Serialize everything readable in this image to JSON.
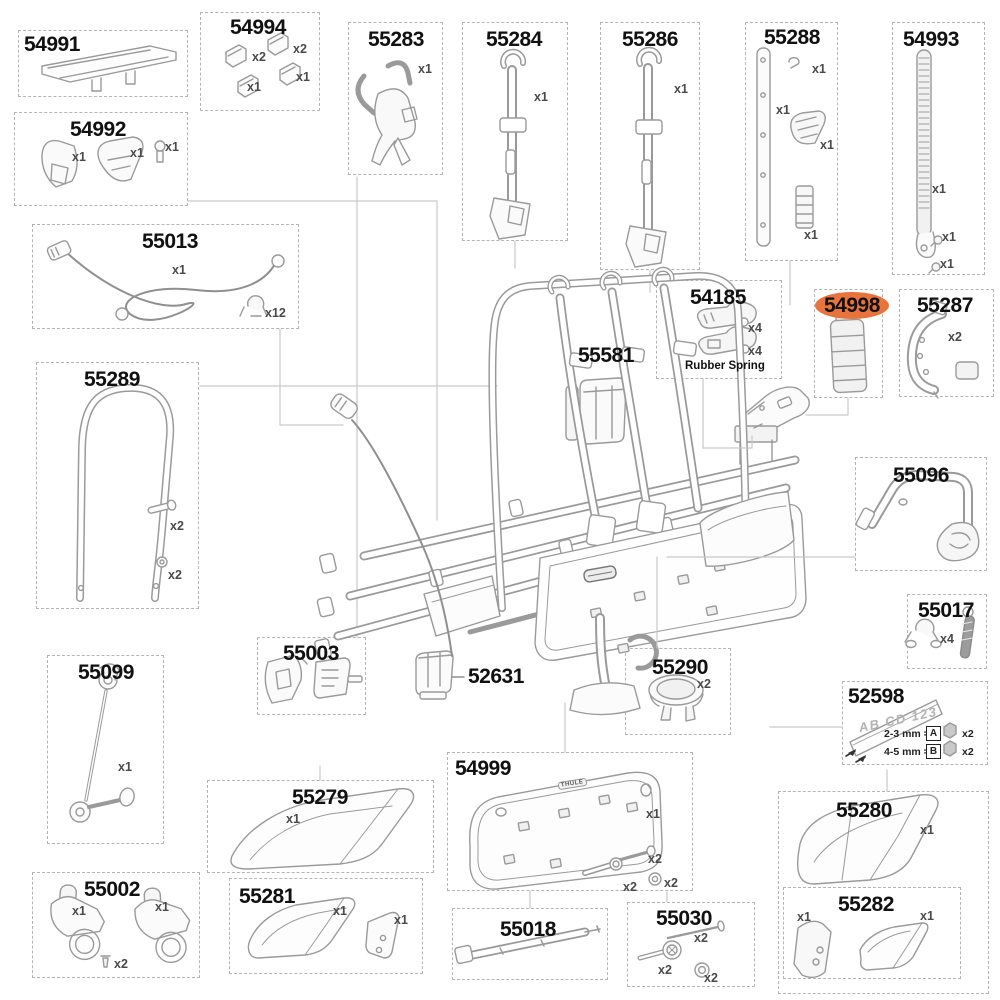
{
  "colors": {
    "highlight": "#E8743C",
    "box_border": "#B5B5B5",
    "art_line": "#9A9A9A",
    "leader_line": "#C9C9C9",
    "title_text": "#111111",
    "qty_text": "#4A4A4A"
  },
  "parts": {
    "p54991": {
      "label": "54991",
      "q": []
    },
    "p54994": {
      "label": "54994",
      "q": [
        "x2",
        "x2",
        "x1",
        "x1"
      ]
    },
    "p54992": {
      "label": "54992",
      "q": [
        "x1",
        "x1",
        "x1"
      ]
    },
    "p55283": {
      "label": "55283",
      "q": [
        "x1"
      ]
    },
    "p55284": {
      "label": "55284",
      "q": [
        "x1"
      ]
    },
    "p55286": {
      "label": "55286",
      "q": [
        "x1"
      ]
    },
    "p55288": {
      "label": "55288",
      "q": [
        "x1",
        "x1",
        "x1",
        "x1"
      ]
    },
    "p54993": {
      "label": "54993",
      "q": [
        "x1",
        "x1",
        "x1"
      ]
    },
    "p55013": {
      "label": "55013",
      "q": [
        "x1",
        "x12"
      ]
    },
    "p55289": {
      "label": "55289",
      "q": [
        "x2",
        "x2"
      ]
    },
    "p54185": {
      "label": "54185",
      "q": [
        "x4",
        "x4"
      ],
      "caption": "Rubber Spring"
    },
    "p54998": {
      "label": "54998",
      "q": [],
      "highlighted": true
    },
    "p55287": {
      "label": "55287",
      "q": [
        "x2"
      ]
    },
    "p55581": {
      "label": "55581",
      "q": []
    },
    "p55096": {
      "label": "55096",
      "q": []
    },
    "p55017": {
      "label": "55017",
      "q": [
        "x4"
      ]
    },
    "p52598": {
      "label": "52598",
      "plate_text": "AB CD 123",
      "row_a_text": "2-3 mm =",
      "row_a_letter": "A",
      "row_a_qty": "x2",
      "row_b_text": "4-5 mm =",
      "row_b_letter": "B",
      "row_b_qty": "x2"
    },
    "p55099": {
      "label": "55099",
      "q": [
        "x1"
      ]
    },
    "p55003": {
      "label": "55003",
      "q": []
    },
    "p52631": {
      "label": "52631",
      "q": []
    },
    "p55290": {
      "label": "55290",
      "q": [
        "x2"
      ]
    },
    "p54999": {
      "label": "54999",
      "q": [
        "x1",
        "x2",
        "x2",
        "x2"
      ],
      "badge": "THULE"
    },
    "p55279": {
      "label": "55279",
      "q": [
        "x1"
      ]
    },
    "p55281": {
      "label": "55281",
      "q": [
        "x1",
        "x1"
      ]
    },
    "p55002": {
      "label": "55002",
      "q": [
        "x1",
        "x1",
        "x2"
      ]
    },
    "p55018": {
      "label": "55018",
      "q": []
    },
    "p55030": {
      "label": "55030",
      "q": [
        "x2",
        "x2",
        "x2"
      ]
    },
    "p55280": {
      "label": "55280",
      "q": [
        "x1"
      ]
    },
    "p55282": {
      "label": "55282",
      "q": [
        "x1",
        "x1"
      ]
    }
  }
}
